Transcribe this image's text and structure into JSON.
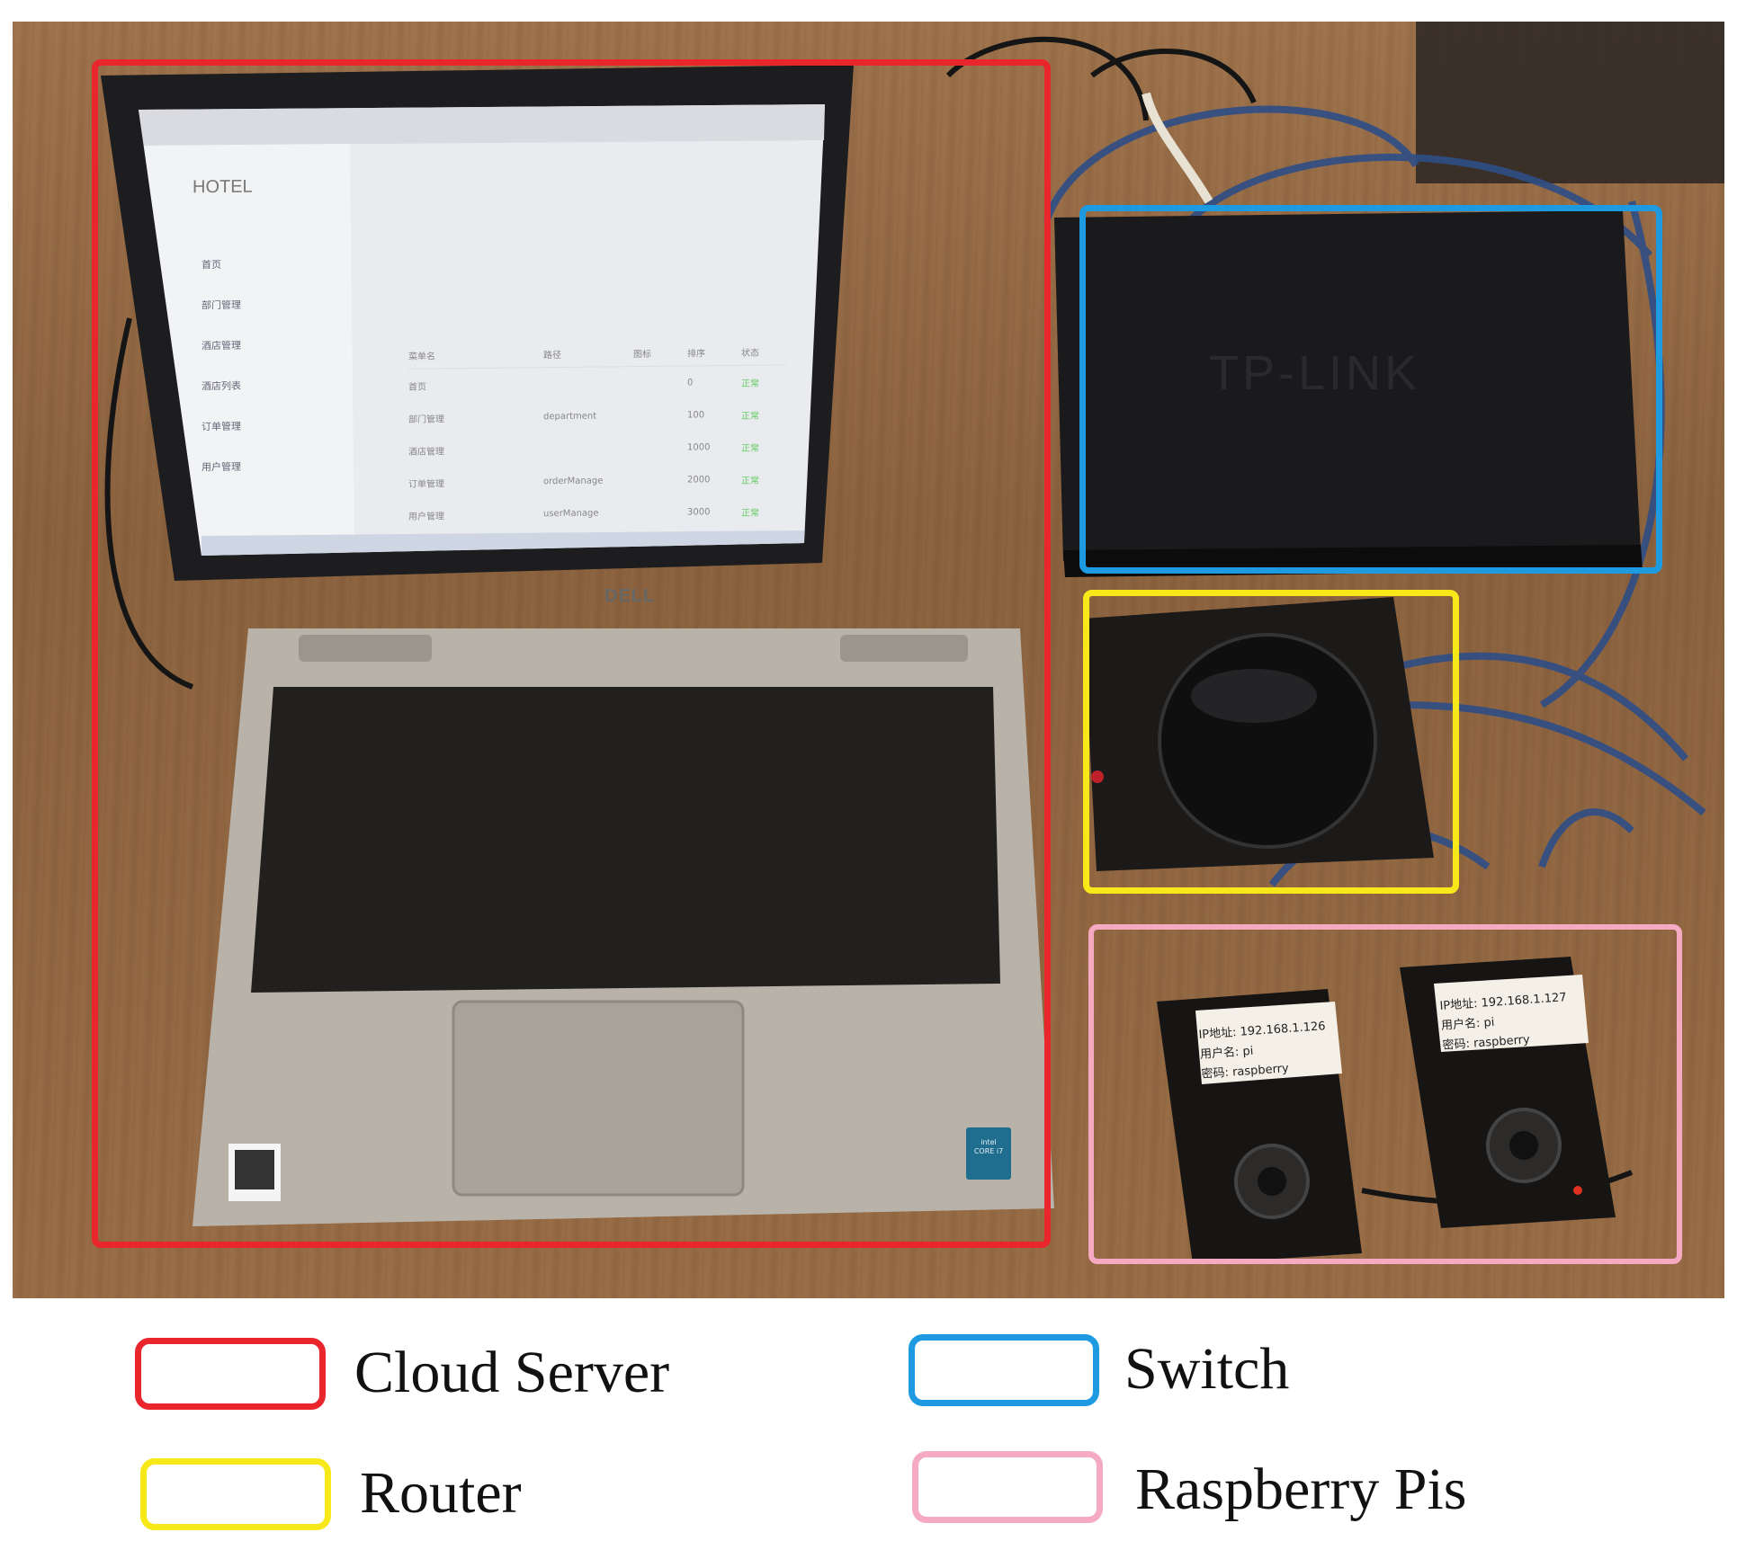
{
  "screen": {
    "sidebar_brand": "HOTEL",
    "sidebar_items": [
      "首页",
      "部门管理",
      "酒店管理",
      "酒店列表",
      "订单管理",
      "用户管理"
    ],
    "table_headers": [
      "菜单名",
      "路径",
      "图标",
      "排序",
      "状态"
    ],
    "table_rows": [
      {
        "name": "首页",
        "path": "",
        "order": "0",
        "status": "正常"
      },
      {
        "name": "部门管理",
        "path": "department",
        "order": "100",
        "status": "正常"
      },
      {
        "name": "酒店管理",
        "path": "",
        "order": "1000",
        "status": "正常"
      },
      {
        "name": "订单管理",
        "path": "orderManage",
        "order": "2000",
        "status": "正常"
      },
      {
        "name": "用户管理",
        "path": "userManage",
        "order": "3000",
        "status": "正常"
      }
    ]
  },
  "laptop": {
    "brand": "DELL",
    "sticker": "intel CORE i7"
  },
  "switch": {
    "brand": "TP-LINK"
  },
  "pi_labels": [
    {
      "ip": "IP地址: 192.168.1.126",
      "user": "用户名: pi",
      "pass": "密码: raspberry"
    },
    {
      "ip": "IP地址: 192.168.1.127",
      "user": "用户名: pi",
      "pass": "密码: raspberry"
    }
  ],
  "legend": [
    {
      "label": "Cloud Server",
      "color": "#e8262c"
    },
    {
      "label": "Switch",
      "color": "#1e9be0"
    },
    {
      "label": "Router",
      "color": "#f7e81a"
    },
    {
      "label": "Raspberry Pis",
      "color": "#f5a9c3"
    }
  ]
}
